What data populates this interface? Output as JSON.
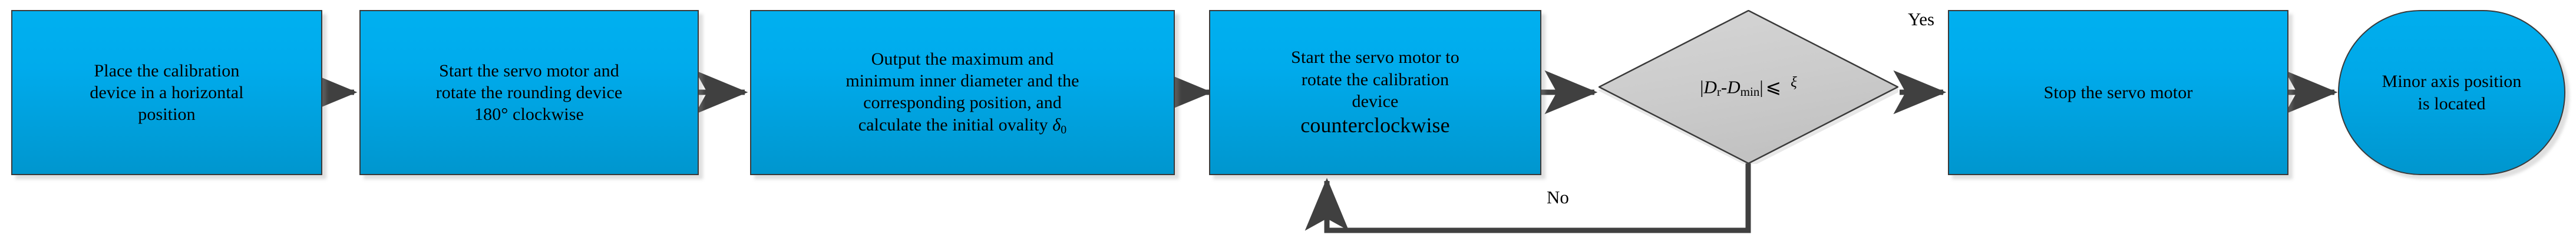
{
  "diagram": {
    "title": "Calibration device minor axis positioning flowchart",
    "type": "flowchart",
    "colors": {
      "process_fill_top": "#00B0F0",
      "process_fill_bottom": "#0096CE",
      "decision_fill": "#CFCFCF",
      "node_border": "#3A3A3A",
      "connector": "#404040",
      "text": "#000000",
      "background": "#FFFFFF"
    },
    "nodes": [
      {
        "id": "step1",
        "shape": "rectangle",
        "lines": [
          "Place the calibration",
          "device in a horizontal",
          "position"
        ],
        "text": "Place the calibration device in a horizontal position"
      },
      {
        "id": "step2",
        "shape": "rectangle",
        "lines": [
          "Start the servo motor and",
          "rotate the rounding device",
          "180° clockwise"
        ],
        "text": "Start the servo motor and rotate the rounding device 180° clockwise"
      },
      {
        "id": "step3",
        "shape": "rectangle",
        "lines": [
          "Output the maximum and",
          "minimum inner diameter and the",
          "corresponding position, and",
          "calculate the initial ovality δ₀"
        ],
        "text": "Output the maximum and minimum inner diameter and the corresponding position, and calculate the initial ovality δ₀",
        "line4_prefix": "calculate the initial ovality ",
        "line4_symbol": "δ",
        "line4_subscript": "0"
      },
      {
        "id": "step4",
        "shape": "rectangle",
        "lines": [
          "Start the servo motor to",
          "rotate the calibration",
          "device",
          "counterclockwise"
        ],
        "text": "Start the servo motor to rotate the calibration device counterclockwise",
        "emphasis_line": "counterclockwise"
      },
      {
        "id": "decision",
        "shape": "diamond",
        "text": "|Dr-Dmin| ⩽ ξ",
        "expr_abs_open": "|",
        "expr_d1": "D",
        "expr_d1_sub": "r",
        "expr_minus": "-",
        "expr_d2": "D",
        "expr_d2_sub": "min",
        "expr_abs_close": "|",
        "expr_op": "⩽",
        "expr_threshold": "ξ"
      },
      {
        "id": "step5",
        "shape": "rectangle",
        "lines": [
          "Stop the servo motor"
        ],
        "text": "Stop the servo motor"
      },
      {
        "id": "end",
        "shape": "terminal",
        "lines": [
          "Minor axis position",
          "is located"
        ],
        "text": "Minor axis position is located"
      }
    ],
    "edge_labels": {
      "yes": "Yes",
      "no": "No"
    }
  }
}
